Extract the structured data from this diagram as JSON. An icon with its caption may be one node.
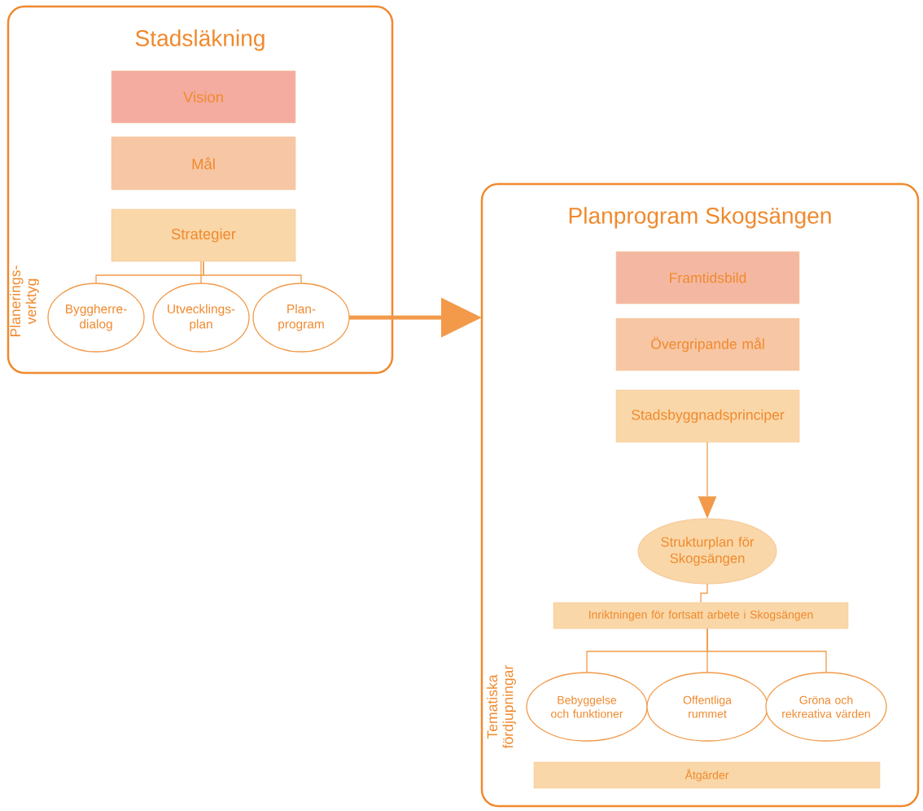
{
  "diagram": {
    "nodes": [
      {
        "text": [
          "Stadsläkning"
        ]
      },
      {
        "text": [
          "Vision"
        ],
        "in": 0
      },
      {
        "text": [
          "Mål"
        ],
        "in": 0
      },
      {
        "text": [
          "Strategier"
        ],
        "in": 0
      },
      {
        "text": [
          "Byggherre- dialog"
        ],
        "in": 0
      },
      {
        "text": [
          "Utvecklings- plan"
        ],
        "in": 0
      },
      {
        "text": [
          "Plan- program"
        ],
        "in": 0
      },
      {
        "text": [
          "Planprogram Skogsängen"
        ]
      },
      {
        "text": [
          "Framtidsbild"
        ],
        "in": 7
      },
      {
        "text": [
          "Övergripande mål"
        ],
        "in": 7
      },
      {
        "text": [
          "Stadsbyggnadsprinciper"
        ],
        "in": 7
      },
      {
        "text": [
          "Strukturplan för Skogsängen"
        ],
        "in": 7
      },
      {
        "text": [
          "Inriktningen för fortsatt arbete i Skogsängen"
        ],
        "in": 7
      },
      {
        "text": [
          "Bebyggelse och funktioner"
        ],
        "in": 7
      },
      {
        "text": [
          "Offentliga rummet"
        ],
        "in": 7
      },
      {
        "text": [
          "Gröna och rekreativa värden"
        ],
        "in": 7
      },
      {
        "text": [
          "Åtgärder"
        ],
        "in": 7
      }
    ],
    "edges": [
      {
        "from": 3,
        "to": 4,
        "arrow": "none"
      },
      {
        "from": 3,
        "to": 5,
        "arrow": "none"
      },
      {
        "from": 3,
        "to": 6,
        "arrow": "none"
      },
      {
        "from": 6,
        "to": 7,
        "arrow": "to",
        "style": "thick"
      },
      {
        "from": 10,
        "to": 11,
        "arrow": "to"
      },
      {
        "from": 11,
        "to": 12,
        "arrow": "none"
      },
      {
        "from": 12,
        "to": 13,
        "arrow": "none"
      },
      {
        "from": 12,
        "to": 14,
        "arrow": "none"
      },
      {
        "from": 12,
        "to": 15,
        "arrow": "none"
      }
    ],
    "labels": [
      "Planerings- verktyg",
      "Tematiska fördjupningar"
    ]
  }
}
